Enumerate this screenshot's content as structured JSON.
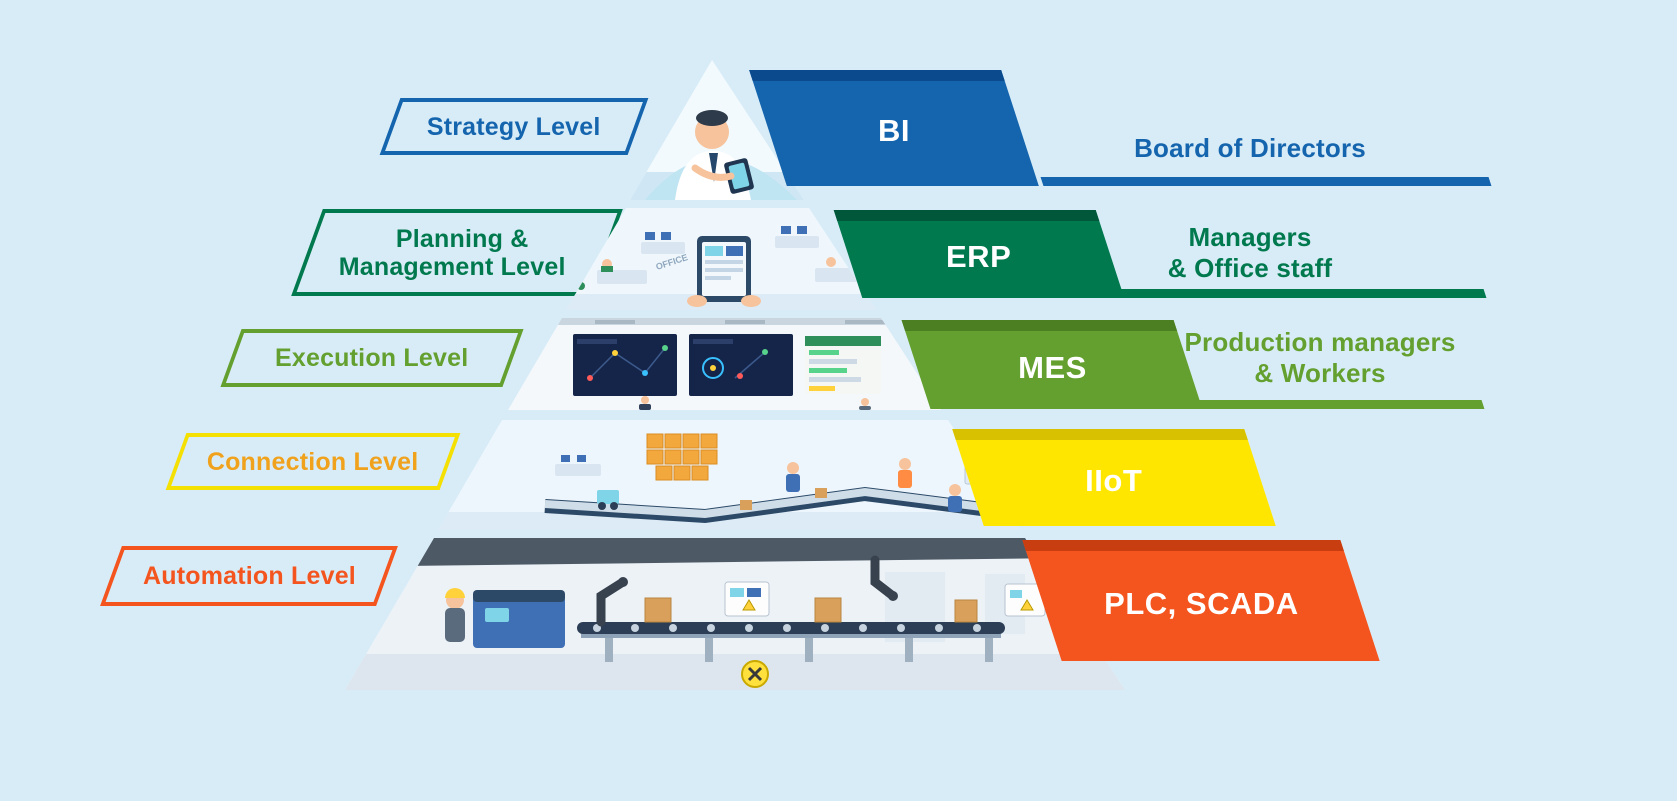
{
  "page": {
    "background_color": "#d8ecf7"
  },
  "levels": [
    {
      "id": "strategy",
      "label": "Strategy Level",
      "label_lines": [
        "Strategy Level"
      ],
      "system": "BI",
      "audience": "Board of Directors",
      "audience_lines": [
        "Board of Directors"
      ],
      "bar_color": "#1464ae",
      "bar_bevel": "#0b4a8d",
      "label_border": "#1464ae",
      "label_text": "#1464ae",
      "audience_color": "#1464ae"
    },
    {
      "id": "planning",
      "label": "Planning & Management Level",
      "label_lines": [
        "Planning &",
        "Management Level"
      ],
      "system": "ERP",
      "audience": "Managers & Office staff",
      "audience_lines": [
        "Managers",
        "& Office staff"
      ],
      "bar_color": "#00794e",
      "bar_bevel": "#00573a",
      "label_border": "#00794e",
      "label_text": "#00794e",
      "audience_color": "#00794e"
    },
    {
      "id": "execution",
      "label": "Execution Level",
      "label_lines": [
        "Execution Level"
      ],
      "system": "MES",
      "audience": "Production managers & Workers",
      "audience_lines": [
        "Production managers",
        "& Workers"
      ],
      "bar_color": "#64a02f",
      "bar_bevel": "#4c7f21",
      "label_border": "#64a02f",
      "label_text": "#64a02f",
      "audience_color": "#64a02f"
    },
    {
      "id": "connection",
      "label": "Connection Level",
      "label_lines": [
        "Connection Level"
      ],
      "system": "IIoT",
      "audience": "",
      "audience_lines": [],
      "bar_color": "#ffe600",
      "bar_bevel": "#d8c100",
      "label_border": "#f5e003",
      "label_text": "#f0a21d",
      "audience_color": ""
    },
    {
      "id": "automation",
      "label": "Automation Level",
      "label_lines": [
        "Automation Level"
      ],
      "system": "PLC, SCADA",
      "audience": "",
      "audience_lines": [],
      "bar_color": "#f4541d",
      "bar_bevel": "#c93e10",
      "label_border": "#f4541d",
      "label_text": "#f4541d",
      "audience_color": ""
    }
  ],
  "illustrations": {
    "office_sign": "OFFICE"
  }
}
